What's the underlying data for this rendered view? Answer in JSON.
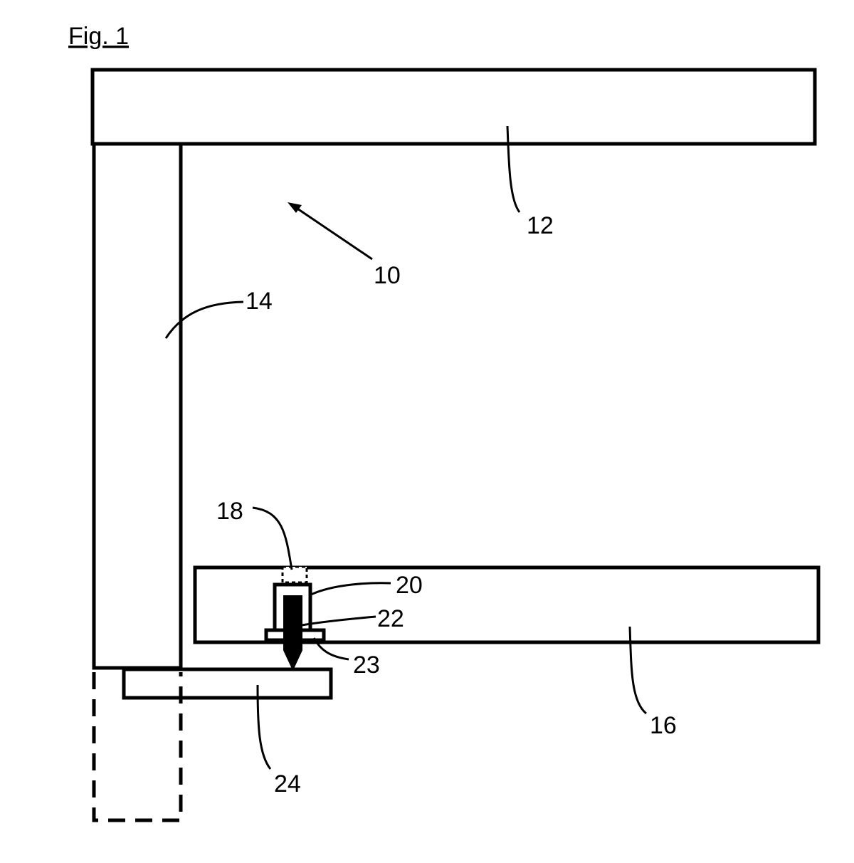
{
  "figure": {
    "title": "Fig. 1",
    "labels": {
      "l10": "10",
      "l12": "12",
      "l14": "14",
      "l16": "16",
      "l18": "18",
      "l20": "20",
      "l22": "22",
      "l23": "23",
      "l24": "24"
    }
  },
  "colors": {
    "line": "#000000",
    "background": "#ffffff"
  }
}
